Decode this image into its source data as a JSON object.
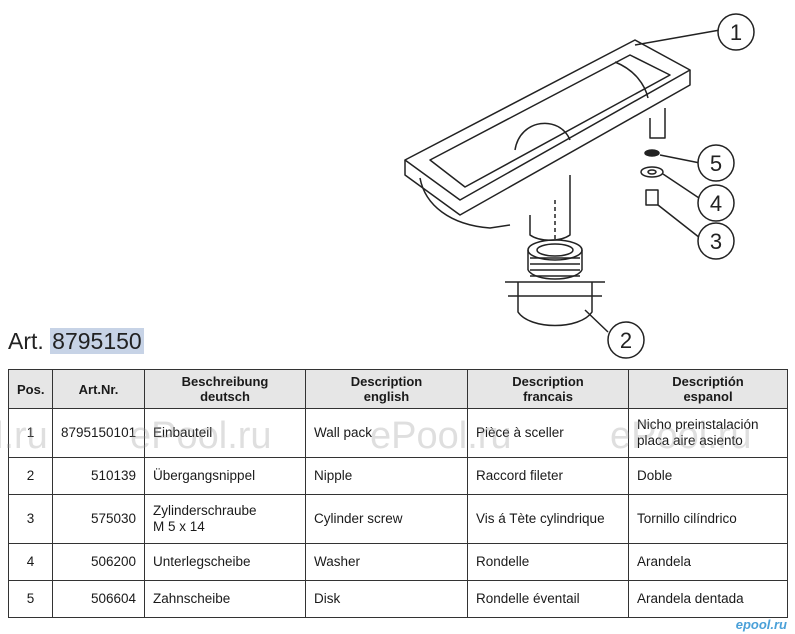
{
  "drawing": {
    "callouts": [
      "1",
      "2",
      "3",
      "4",
      "5"
    ]
  },
  "heading": {
    "prefix": "Art.",
    "number": "8795150"
  },
  "table": {
    "headers": [
      {
        "lines": [
          "Pos."
        ]
      },
      {
        "lines": [
          "Art.Nr."
        ]
      },
      {
        "lines": [
          "Beschreibung",
          "deutsch"
        ]
      },
      {
        "lines": [
          "Description",
          "english"
        ]
      },
      {
        "lines": [
          "Description",
          "francais"
        ]
      },
      {
        "lines": [
          "Descriptión",
          "espanol"
        ]
      }
    ],
    "rows": [
      {
        "pos": "1",
        "artnr": "8795150101",
        "de": [
          "Einbauteil"
        ],
        "en": "Wall pack",
        "fr": "Pièce à sceller",
        "es": [
          "Nicho preinstalación",
          "placa aire asiento"
        ]
      },
      {
        "pos": "2",
        "artnr": "510139",
        "de": [
          "Übergangsnippel"
        ],
        "en": "Nipple",
        "fr": "Raccord fileter",
        "es": [
          "Doble"
        ]
      },
      {
        "pos": "3",
        "artnr": "575030",
        "de": [
          "Zylinderschraube",
          "M 5 x 14"
        ],
        "en": "Cylinder screw",
        "fr": "Vis á Tète cylindrique",
        "es": [
          "Tornillo cilíndrico"
        ]
      },
      {
        "pos": "4",
        "artnr": "506200",
        "de": [
          "Unterlegscheibe"
        ],
        "en": "Washer",
        "fr": "Rondelle",
        "es": [
          "Arandela"
        ]
      },
      {
        "pos": "5",
        "artnr": "506604",
        "de": [
          "Zahnscheibe"
        ],
        "en": "Disk",
        "fr": "Rondelle éventail",
        "es": [
          "Arandela dentada"
        ]
      }
    ]
  },
  "watermarks": [
    "l.ru",
    "ePool.ru",
    "ePool.ru",
    "ePool.ru"
  ],
  "footer_logo": "epool.ru"
}
